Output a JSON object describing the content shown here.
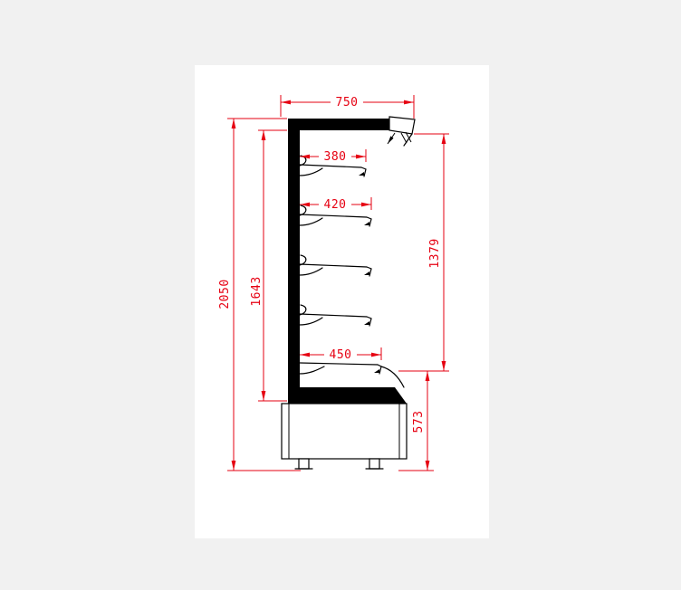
{
  "drawing": {
    "name": "refrigerated-display-cabinet-side-section",
    "dimensions": {
      "overall_width": "750",
      "overall_height": "2050",
      "inner_height": "1643",
      "shelf_1_depth": "380",
      "shelf_2_depth": "420",
      "bottom_shelf_depth": "450",
      "display_opening_height": "1379",
      "base_height": "573"
    },
    "colors": {
      "background": "#f1f1f1",
      "sheet": "#ffffff",
      "line": "#000000",
      "dimension": "#e60012"
    }
  }
}
